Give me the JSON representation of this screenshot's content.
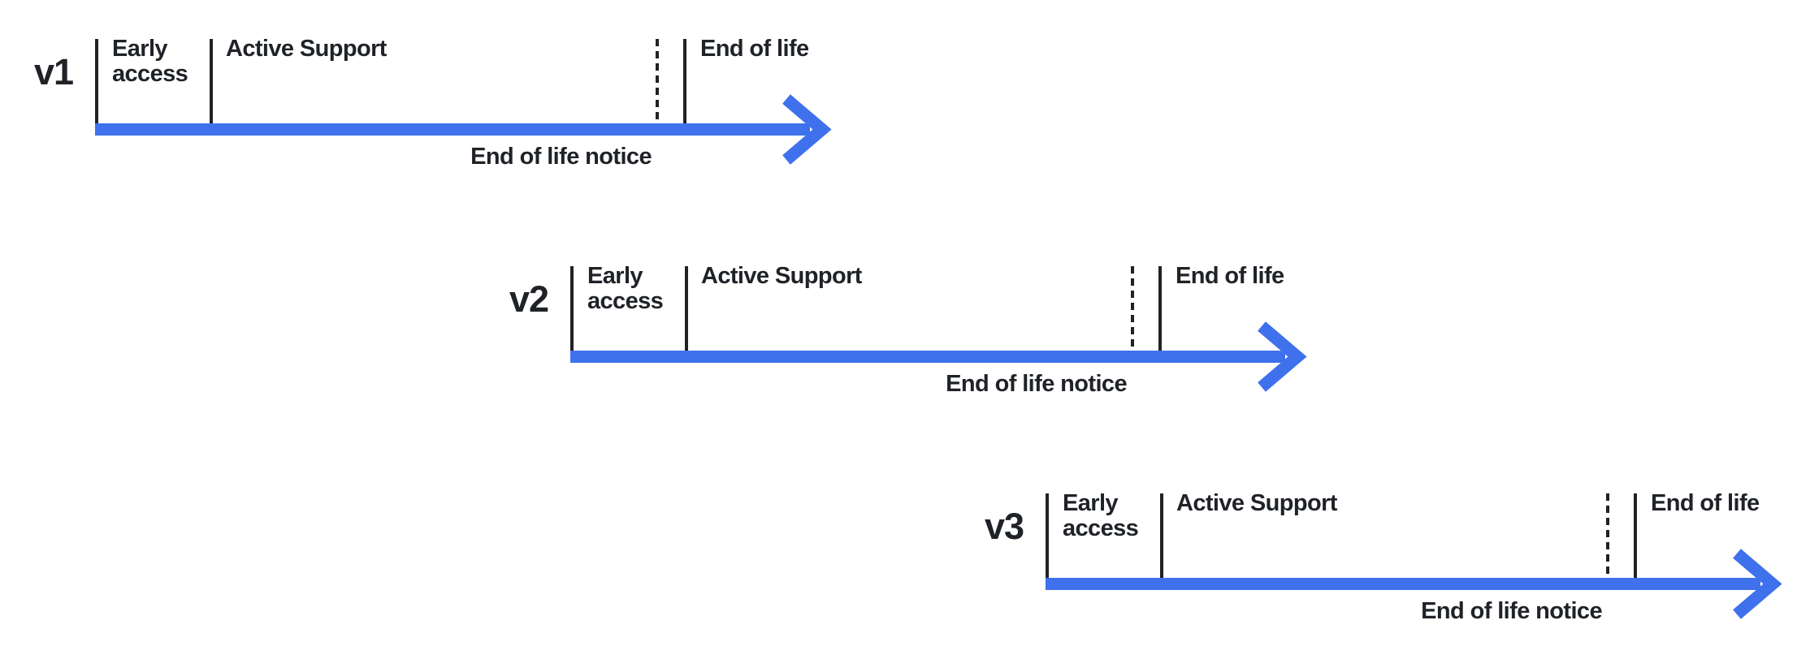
{
  "diagram": {
    "background": "#FFFFFF",
    "colors": {
      "arrow_blue": "#3F71EC",
      "ink": "#1F2227"
    },
    "rows": [
      {
        "version": "v1",
        "early_access_label": "Early\naccess",
        "active_support_label": "Active Support",
        "end_of_life_label": "End of life",
        "end_of_life_notice_label": "End of life notice"
      },
      {
        "version": "v2",
        "early_access_label": "Early\naccess",
        "active_support_label": "Active Support",
        "end_of_life_label": "End of life",
        "end_of_life_notice_label": "End of life notice"
      },
      {
        "version": "v3",
        "early_access_label": "Early\naccess",
        "active_support_label": "Active Support",
        "end_of_life_label": "End of life",
        "end_of_life_notice_label": "End of life notice"
      }
    ]
  }
}
